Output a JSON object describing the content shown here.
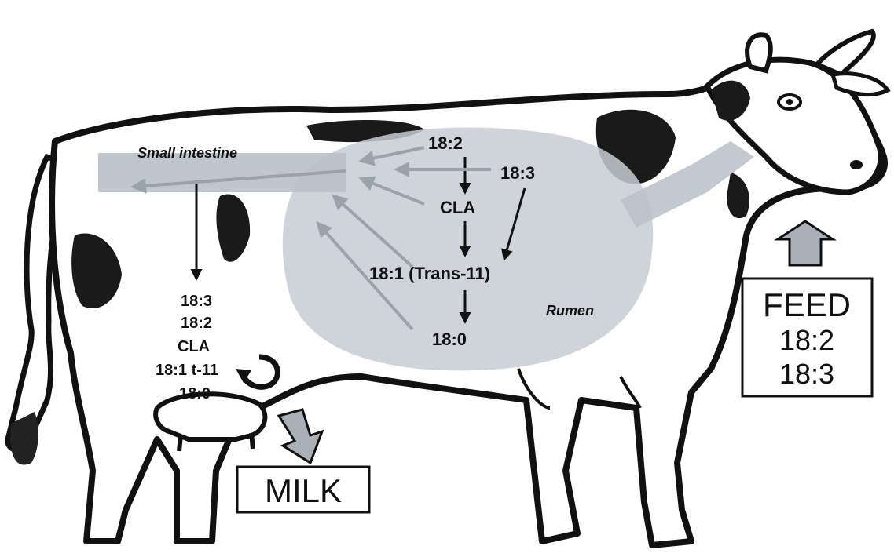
{
  "diagram": {
    "regions": {
      "small_intestine": "Small intestine",
      "rumen": "Rumen"
    },
    "rumen_pathway": {
      "input_a": "18:2",
      "input_b": "18:3",
      "intermediate_1": "CLA",
      "intermediate_2": "18:1 (Trans-11)",
      "end_product": "18:0"
    },
    "udder_list": [
      "18:3",
      "18:2",
      "CLA",
      "18:1 t-11",
      "18:0"
    ],
    "feed_box": {
      "title": "FEED",
      "items": [
        "18:2",
        "18:3"
      ]
    },
    "milk_box": {
      "title": "MILK"
    },
    "colors": {
      "outline": "#111111",
      "spot": "#1a1a1a",
      "rumen_fill": "#c7cdd4",
      "intestine_fill": "#b8c0c8",
      "gray_arrow": "#a5adb5",
      "box_arrow": "#a9b0b7"
    }
  }
}
